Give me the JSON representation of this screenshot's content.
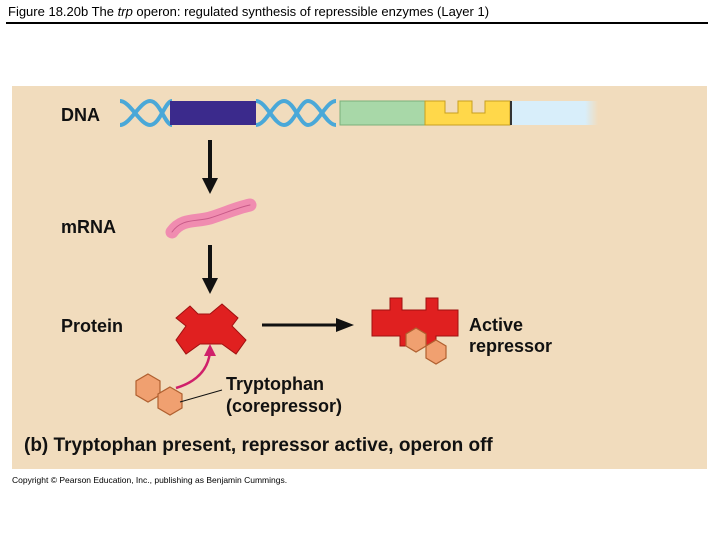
{
  "figure": {
    "title_prefix": "Figure 18.20b  The ",
    "title_italic": "trp",
    "title_suffix": " operon: regulated synthesis of repressible enzymes (Layer 1)"
  },
  "labels": {
    "dna": "DNA",
    "mrna": "mRNA",
    "protein": "Protein",
    "active_repressor_line1": "Active",
    "active_repressor_line2": "repressor",
    "tryptophan_line1": "Tryptophan",
    "tryptophan_line2": "(corepressor)",
    "caption": "(b) Tryptophan present, repressor active, operon off"
  },
  "footer": {
    "copyright": "Copyright © Pearson Education, Inc., publishing as Benjamin Cummings."
  },
  "colors": {
    "panel_bg": "#f1dcbd",
    "dna_helix": "#4aa8d8",
    "regulatory_gene": "#3b2a8c",
    "gene_green": "#a8d8a8",
    "gene_yellow": "#ffd84a",
    "gene_lightblue": "#d8eefa",
    "mrna": "#f08cb0",
    "repressor": "#e02020",
    "tryptophan": "#f0a070",
    "arrow_black": "#111111",
    "arrow_magenta": "#d0206a"
  }
}
